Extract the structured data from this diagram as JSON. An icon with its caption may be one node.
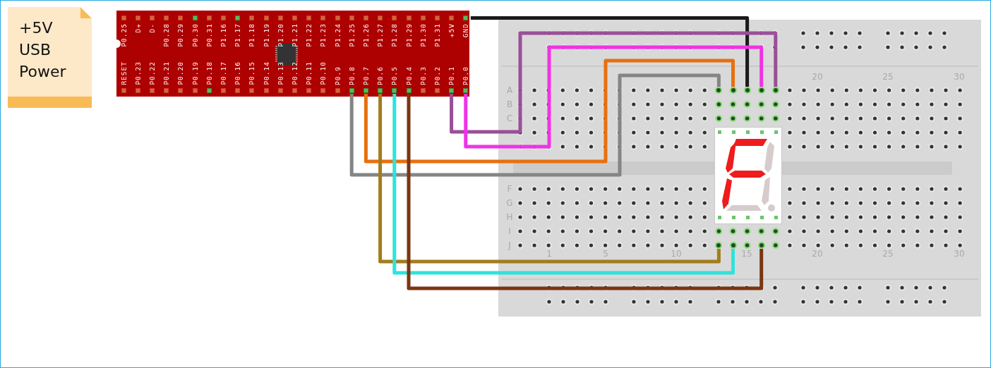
{
  "diagram": {
    "nodes": [
      {
        "text": [
          "+5V USB Power"
        ]
      },
      {
        "text": [],
        "shape": "board"
      },
      {
        "text": [
          "P0.25"
        ],
        "in": 1
      },
      {
        "text": [
          "D+"
        ],
        "in": 1
      },
      {
        "text": [
          "D-"
        ],
        "in": 1
      },
      {
        "text": [
          "P0.28"
        ],
        "in": 1
      },
      {
        "text": [
          "P0.29"
        ],
        "in": 1
      },
      {
        "text": [
          "P0.30"
        ],
        "in": 1
      },
      {
        "text": [
          "P0.31"
        ],
        "in": 1
      },
      {
        "text": [
          "P1.16"
        ],
        "in": 1
      },
      {
        "text": [
          "P1.17"
        ],
        "in": 1
      },
      {
        "text": [
          "P1.18"
        ],
        "in": 1
      },
      {
        "text": [
          "P1.19"
        ],
        "in": 1
      },
      {
        "text": [
          "P1.20"
        ],
        "in": 1
      },
      {
        "text": [
          "P1.21"
        ],
        "in": 1
      },
      {
        "text": [
          "P1.22"
        ],
        "in": 1
      },
      {
        "text": [
          "P1.23"
        ],
        "in": 1
      },
      {
        "text": [
          "P1.24"
        ],
        "in": 1
      },
      {
        "text": [
          "P1.25"
        ],
        "in": 1
      },
      {
        "text": [
          "P1.26"
        ],
        "in": 1
      },
      {
        "text": [
          "P1.27"
        ],
        "in": 1
      },
      {
        "text": [
          "P1.28"
        ],
        "in": 1
      },
      {
        "text": [
          "P1.29"
        ],
        "in": 1
      },
      {
        "text": [
          "P1.30"
        ],
        "in": 1
      },
      {
        "text": [
          "P1.31"
        ],
        "in": 1
      },
      {
        "text": [
          "+5V"
        ],
        "in": 1
      },
      {
        "text": [
          "GND"
        ],
        "in": 1
      },
      {
        "text": [
          "RESET"
        ],
        "in": 1
      },
      {
        "text": [
          "P0.23"
        ],
        "in": 1
      },
      {
        "text": [
          "P0.22"
        ],
        "in": 1
      },
      {
        "text": [
          "P0.21"
        ],
        "in": 1
      },
      {
        "text": [
          "P0.20"
        ],
        "in": 1
      },
      {
        "text": [
          "P0.19"
        ],
        "in": 1
      },
      {
        "text": [
          "P0.18"
        ],
        "in": 1
      },
      {
        "text": [
          "P0.17"
        ],
        "in": 1
      },
      {
        "text": [
          "P0.16"
        ],
        "in": 1
      },
      {
        "text": [
          "P0.15"
        ],
        "in": 1
      },
      {
        "text": [
          "P0.14"
        ],
        "in": 1
      },
      {
        "text": [
          "P0.13"
        ],
        "in": 1
      },
      {
        "text": [
          "P0.12"
        ],
        "in": 1
      },
      {
        "text": [
          "P0.11"
        ],
        "in": 1
      },
      {
        "text": [
          "P0.10"
        ],
        "in": 1
      },
      {
        "text": [
          "P0.9"
        ],
        "in": 1
      },
      {
        "text": [
          "P0.8"
        ],
        "in": 1
      },
      {
        "text": [
          "P0.7"
        ],
        "in": 1
      },
      {
        "text": [
          "P0.6"
        ],
        "in": 1
      },
      {
        "text": [
          "P0.5"
        ],
        "in": 1
      },
      {
        "text": [
          "P0.4"
        ],
        "in": 1
      },
      {
        "text": [
          "P0.3"
        ],
        "in": 1
      },
      {
        "text": [
          "P0.2"
        ],
        "in": 1
      },
      {
        "text": [
          "P0.1"
        ],
        "in": 1
      },
      {
        "text": [
          "P0.0"
        ],
        "in": 1
      },
      {
        "text": [],
        "shape": "breadboard"
      },
      {
        "text": [],
        "shape": "display",
        "in": 52
      },
      {
        "text": [],
        "shape": "circle",
        "in": 52
      },
      {
        "text": [],
        "shape": "circle",
        "in": 52
      },
      {
        "text": [],
        "shape": "circle",
        "in": 52
      },
      {
        "text": [],
        "shape": "circle",
        "in": 52
      },
      {
        "text": [],
        "shape": "circle",
        "in": 52
      },
      {
        "text": [],
        "shape": "circle",
        "in": 52
      },
      {
        "text": [],
        "shape": "circle",
        "in": 52
      },
      {
        "text": [],
        "shape": "circle",
        "in": 52
      }
    ],
    "edges": [
      {
        "from": 26,
        "to": 56,
        "arrow": "none",
        "color": "#1a1a1a"
      },
      {
        "from": 50,
        "to": 58,
        "arrow": "none",
        "color": "#9b4f98"
      },
      {
        "from": 51,
        "to": 57,
        "arrow": "none",
        "color": "#f032e6"
      },
      {
        "from": 43,
        "to": 54,
        "arrow": "none",
        "color": "#858585"
      },
      {
        "from": 44,
        "to": 55,
        "arrow": "none",
        "color": "#e8700f"
      },
      {
        "from": 45,
        "to": 59,
        "arrow": "none",
        "color": "#a27d1c"
      },
      {
        "from": 46,
        "to": 60,
        "arrow": "none",
        "color": "#2fe3dd"
      },
      {
        "from": 47,
        "to": 61,
        "arrow": "none",
        "color": "#7b3510"
      }
    ],
    "labels": [
      "A",
      "B",
      "C",
      "F",
      "G",
      "H",
      "I",
      "J",
      "20",
      "25",
      "30",
      "1",
      "5",
      "10",
      "15",
      "20",
      "25",
      "30"
    ]
  }
}
